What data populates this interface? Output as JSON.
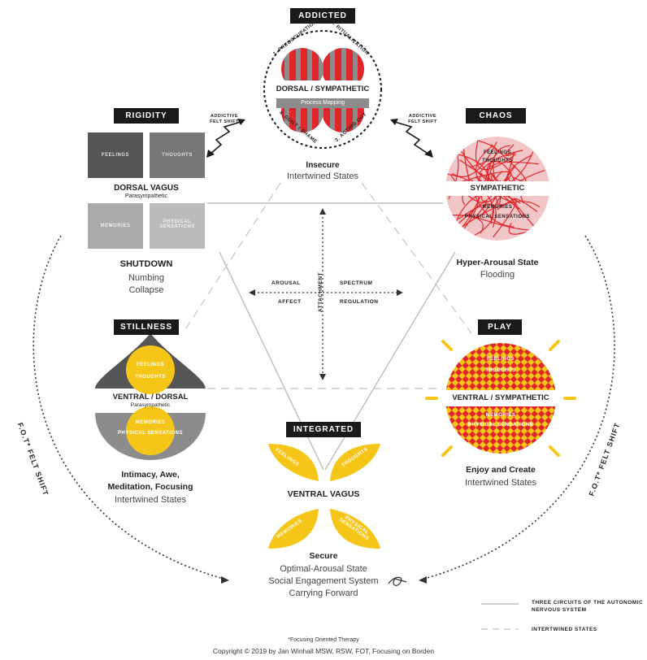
{
  "circuits": {
    "addicted": {
      "tag": "ADDICTED",
      "main": "DORSAL / SYMPATHETIC",
      "sub": "Process Mapping",
      "ring": [
        "1. PREOCCUPATION",
        "2. RITUALIZATION",
        "3. ACTING OUT",
        "4. GUILT / SHAME"
      ],
      "state_title": "Insecure",
      "state_lines": [
        "Intertwined States"
      ]
    },
    "rigidity": {
      "tag": "RIGIDITY",
      "boxes": [
        "FEELINGS",
        "THOUGHTS",
        "MEMORIES",
        "PHYSICAL SENSATIONS"
      ],
      "main": "DORSAL VAGUS",
      "sub": "Parasympathetic",
      "state_title": "SHUTDOWN",
      "state_lines": [
        "Numbing",
        "Collapse"
      ]
    },
    "chaos": {
      "tag": "CHAOS",
      "main": "SYMPATHETIC",
      "labels": [
        "FEELINGS",
        "THOUGHTS",
        "MEMORIES",
        "PHYSICAL SENSATIONS"
      ],
      "state_title": "Hyper-Arousal State",
      "state_lines": [
        "Flooding"
      ]
    },
    "stillness": {
      "tag": "STILLNESS",
      "main": "VENTRAL / DORSAL",
      "sub": "Parasympathetic",
      "labels": [
        "FEELINGS",
        "THOUGHTS",
        "MEMORIES",
        "PHYSICAL SENSATIONS"
      ],
      "state_title_lines": [
        "Intimacy, Awe,",
        "Meditation, Focusing"
      ],
      "state_lines": [
        "Intertwined States"
      ]
    },
    "play": {
      "tag": "PLAY",
      "main": "VENTRAL / SYMPATHETIC",
      "labels": [
        "FEELINGS",
        "THOUGHTS",
        "MEMORIES",
        "PHYSICAL SENSATIONS"
      ],
      "state_title": "Enjoy and Create",
      "state_lines": [
        "Intertwined States"
      ]
    },
    "integrated": {
      "tag": "INTEGRATED",
      "main": "VENTRAL VAGUS",
      "petals": [
        "FEELINGS",
        "THOUGHTS",
        "MEMORIES",
        "PHYSICAL SENSATIONS"
      ],
      "state_title": "Secure",
      "state_lines": [
        "Optimal-Arousal State",
        "Social Engagement System",
        "Carrying Forward"
      ]
    }
  },
  "shift_labels": {
    "left": "ADDICTIVE FELT SHIFT",
    "right": "ADDICTIVE FELT SHIFT"
  },
  "side_arcs": {
    "left": "F.O.T* FELT SHIFT",
    "right": "F.O.T* FELT SHIFT"
  },
  "center": {
    "arousal": "AROUSAL",
    "affect": "AFFECT",
    "spectrum": "SPECTRUM",
    "regulation": "REGULATION",
    "attachment": "ATTACHMENT"
  },
  "legend": [
    {
      "text": "THREE CIRCUITS OF THE AUTONOMIC NERVOUS SYSTEM",
      "style": "solid"
    },
    {
      "text": "INTERTWINED STATES",
      "style": "dashed"
    }
  ],
  "footnote": "*Focusing Oriented Therapy",
  "copyright": "Copyright © 2019 by Jan Winhall MSW, RSW, FOT, Focusing on Borden",
  "colors": {
    "red": "#e0262b",
    "yellow": "#f5c518",
    "dark": "#1a1a1a",
    "gray": "#9a9a9a"
  }
}
